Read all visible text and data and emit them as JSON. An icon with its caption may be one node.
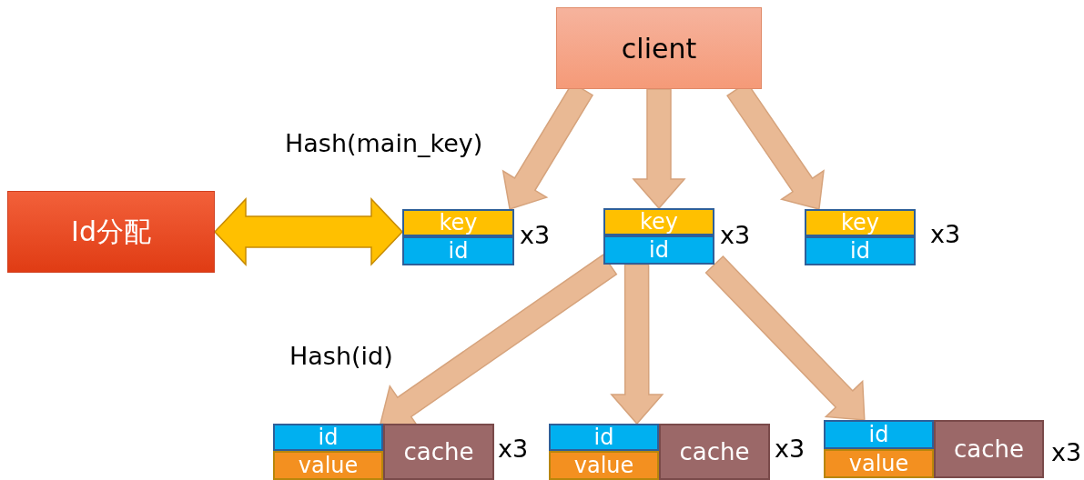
{
  "diagram": {
    "nodes": [
      {
        "text": [
          "client"
        ]
      },
      {
        "text": [
          "Id分配"
        ]
      },
      {
        "text": [
          "key"
        ]
      },
      {
        "text": [
          "id"
        ]
      },
      {
        "text": [
          "key"
        ]
      },
      {
        "text": [
          "id"
        ]
      },
      {
        "text": [
          "key"
        ]
      },
      {
        "text": [
          "id"
        ]
      },
      {
        "text": [
          "id"
        ]
      },
      {
        "text": [
          "value"
        ]
      },
      {
        "text": [
          "cache"
        ]
      },
      {
        "text": [
          "id"
        ]
      },
      {
        "text": [
          "value"
        ]
      },
      {
        "text": [
          "cache"
        ]
      },
      {
        "text": [
          "id"
        ]
      },
      {
        "text": [
          "value"
        ]
      },
      {
        "text": [
          "cache"
        ]
      }
    ],
    "edges": [
      {
        "from": 0,
        "to": 2,
        "arrow": "to"
      },
      {
        "from": 0,
        "to": 4,
        "arrow": "to"
      },
      {
        "from": 0,
        "to": 6,
        "arrow": "to"
      },
      {
        "from": 1,
        "to": 2,
        "arrow": "both",
        "color": "#ffc000"
      },
      {
        "from": 5,
        "to": 8,
        "arrow": "to"
      },
      {
        "from": 5,
        "to": 11,
        "arrow": "to"
      },
      {
        "from": 5,
        "to": 14,
        "arrow": "to"
      }
    ],
    "labels": [
      "Hash(main_key)",
      "x3",
      "x3",
      "x3",
      "Hash(id)",
      "x3",
      "x3",
      "x3"
    ]
  }
}
